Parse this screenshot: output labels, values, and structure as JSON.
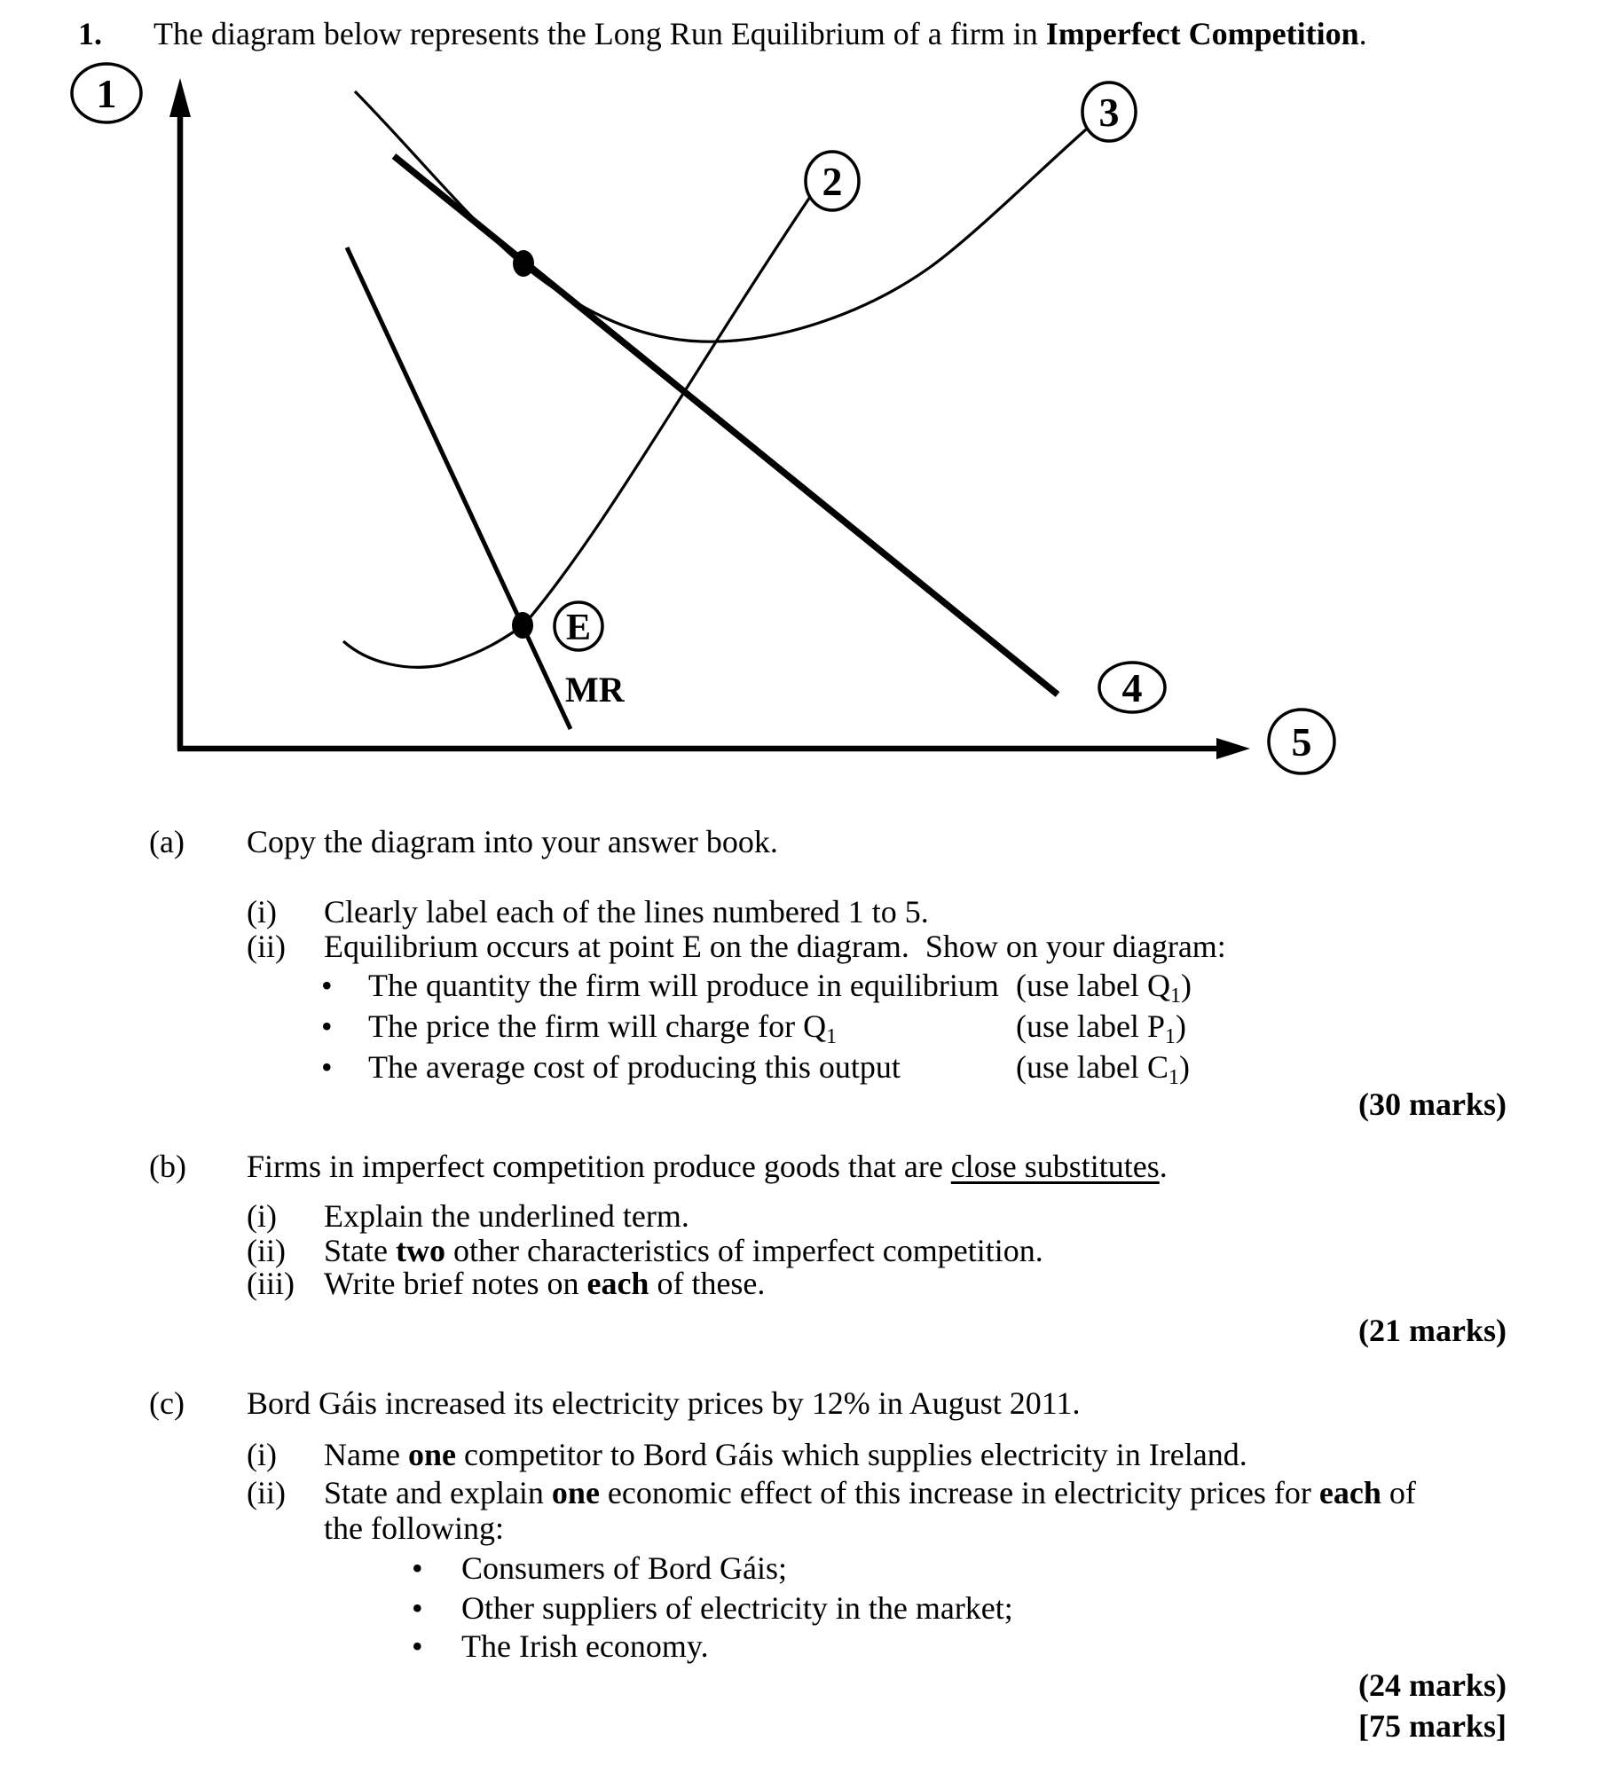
{
  "header": {
    "number": "1.",
    "title_pre": "The diagram below represents the Long Run Equilibrium of a firm in ",
    "title_bold": "Imperfect Competition",
    "title_end": "."
  },
  "bullet_char": "•",
  "diagram": {
    "circle_labels": {
      "c1": "1",
      "c2": "2",
      "c3": "3",
      "c4": "4",
      "c5": "5"
    },
    "point_label": "E",
    "mr_label": "MR"
  },
  "part_a": {
    "marker": "(a)",
    "text": "Copy the diagram into your answer book.",
    "i_marker": "(i)",
    "i_text": "Clearly label each of the lines numbered 1 to 5.",
    "ii_marker": "(ii)",
    "ii_text": "Equilibrium occurs at point E on the diagram.  Show on your diagram:",
    "bullet1_text": "The quantity the firm will produce in equilibrium",
    "bullet1_label_pre": "(use label Q",
    "bullet1_label_sub": "1",
    "bullet1_label_end": ")",
    "bullet2_text": "The price the firm will charge for Q",
    "bullet2_text_sub": "1",
    "bullet2_label_pre": "(use label P",
    "bullet2_label_sub": "1",
    "bullet2_label_end": ")",
    "bullet3_text": "The average cost of producing this output",
    "bullet3_label_pre": "(use label C",
    "bullet3_label_sub": "1",
    "bullet3_label_end": ")",
    "marks": "(30 marks)"
  },
  "part_b": {
    "marker": "(b)",
    "text_pre": "Firms in imperfect competition produce goods that are ",
    "text_underlined": "close substitutes",
    "text_end": ".",
    "i_marker": "(i)",
    "i_text": "Explain the underlined term.",
    "ii_marker": "(ii)",
    "ii_pre": "State ",
    "ii_bold": "two",
    "ii_end": " other characteristics of imperfect competition.",
    "iii_marker": "(iii)",
    "iii_pre": "Write brief notes on ",
    "iii_bold": "each",
    "iii_end": " of these.",
    "marks": "(21 marks)"
  },
  "part_c": {
    "marker": "(c)",
    "text": "Bord Gáis increased its electricity prices by 12% in August 2011.",
    "i_marker": "(i)",
    "i_pre": "Name ",
    "i_bold": "one",
    "i_end": " competitor to Bord Gáis which supplies electricity in Ireland.",
    "ii_marker": "(ii)",
    "ii_pre": "State and explain ",
    "ii_bold1": "one",
    "ii_mid": " economic effect of this increase in electricity prices for ",
    "ii_bold2": "each",
    "ii_end": " of",
    "ii_cont": "the following:",
    "bullet1": "Consumers of Bord Gáis;",
    "bullet2": "Other suppliers of electricity in the market;",
    "bullet3": "The Irish economy.",
    "marks": "(24 marks)"
  },
  "total_marks": "[75 marks]"
}
